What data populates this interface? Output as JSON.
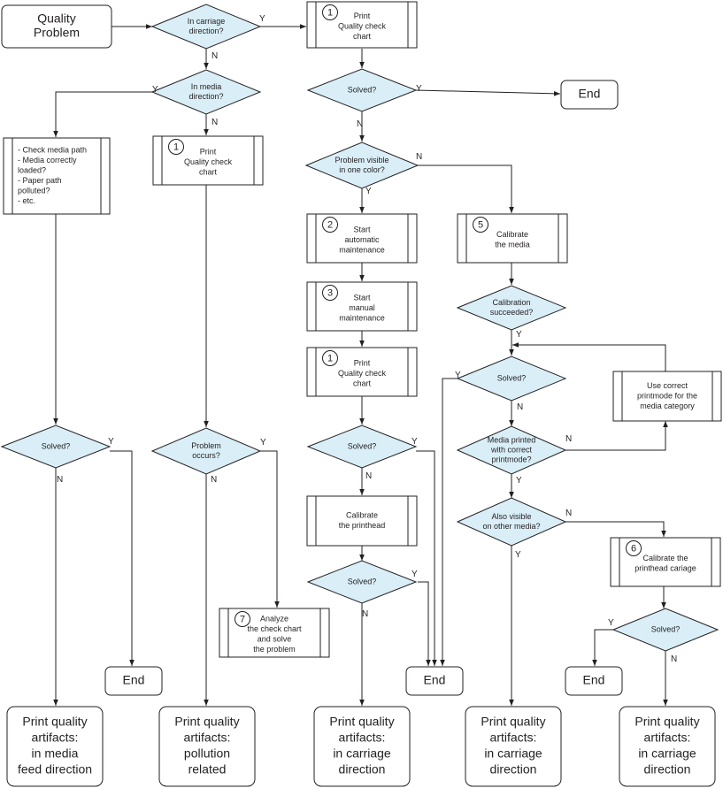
{
  "colors": {
    "decision_fill": "#d9eef7",
    "stroke": "#231f20",
    "background": "#ffffff"
  },
  "nodes": {
    "start": {
      "lines": [
        "Quality",
        "Problem"
      ]
    },
    "d_carriage": {
      "lines": [
        "In carriage",
        "direction?"
      ]
    },
    "p_print1": {
      "step": "1",
      "lines": [
        "Print",
        "Quality check",
        "chart"
      ]
    },
    "d_media": {
      "lines": [
        "In media",
        "direction?"
      ]
    },
    "p_checkmedia": {
      "lines": [
        "- Check media path",
        "- Media correctly",
        "  loaded?",
        "- Paper path",
        "  polluted?",
        "- etc."
      ]
    },
    "p_print2": {
      "step": "1",
      "lines": [
        "Print",
        "Quality check",
        "chart"
      ]
    },
    "d_solved1": {
      "lines": [
        "Solved?"
      ]
    },
    "end1": {
      "lines": [
        "End"
      ]
    },
    "d_visible_color": {
      "lines": [
        "Problem visible",
        "in one color?"
      ]
    },
    "p_auto": {
      "step": "2",
      "lines": [
        "Start",
        "automatic",
        "maintenance"
      ]
    },
    "p_calmedia": {
      "step": "5",
      "lines": [
        "Calibrate",
        "the media"
      ]
    },
    "p_manual": {
      "step": "3",
      "lines": [
        "Start",
        "manual",
        "maintenance"
      ]
    },
    "d_calsucc": {
      "lines": [
        "Calibration",
        "succeeded?"
      ]
    },
    "p_print3": {
      "step": "1",
      "lines": [
        "Print",
        "Quality check",
        "chart"
      ]
    },
    "d_solved5": {
      "lines": [
        "Solved?"
      ]
    },
    "p_correctmode": {
      "lines": [
        "Use correct",
        "printmode for the",
        "media category"
      ]
    },
    "d_solved_left": {
      "lines": [
        "Solved?"
      ]
    },
    "d_occurs": {
      "lines": [
        "Problem",
        "occurs?"
      ]
    },
    "d_solved3": {
      "lines": [
        "Solved?"
      ]
    },
    "d_mediamode": {
      "lines": [
        "Media printed",
        "with correct",
        "printmode?"
      ]
    },
    "p_calph": {
      "lines": [
        "Calibrate",
        "the printhead"
      ]
    },
    "d_othermedia": {
      "lines": [
        "Also visible",
        "on other media?"
      ]
    },
    "p_calcar": {
      "step": "6",
      "lines": [
        "Calibrate the",
        "printhead cariage"
      ]
    },
    "d_solved4": {
      "lines": [
        "Solved?"
      ]
    },
    "p_analyze": {
      "step": "7",
      "lines": [
        "Analyze",
        "the check chart",
        "and solve",
        "the problem"
      ]
    },
    "d_solved6": {
      "lines": [
        "Solved?"
      ]
    },
    "end2": {
      "lines": [
        "End"
      ]
    },
    "end3": {
      "lines": [
        "End"
      ]
    },
    "end4": {
      "lines": [
        "End"
      ]
    },
    "out1": {
      "lines": [
        "Print quality",
        "artifacts:",
        "in media",
        "feed direction"
      ]
    },
    "out2": {
      "lines": [
        "Print quality",
        "artifacts:",
        "pollution",
        "related"
      ]
    },
    "out3": {
      "lines": [
        "Print quality",
        "artifacts:",
        "in carriage",
        "direction"
      ]
    },
    "out4": {
      "lines": [
        "Print quality",
        "artifacts:",
        "in carriage",
        "direction"
      ]
    },
    "out5": {
      "lines": [
        "Print quality",
        "artifacts:",
        "in carriage",
        "direction"
      ]
    }
  },
  "edge_labels": {
    "y": "Y",
    "n": "N"
  }
}
